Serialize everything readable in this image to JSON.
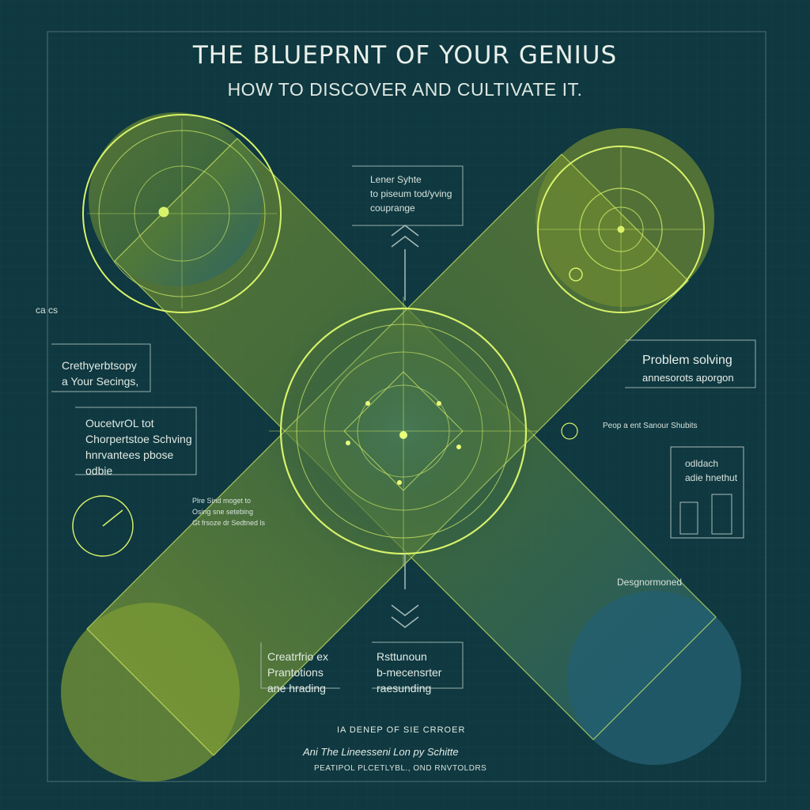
{
  "header": {
    "title": "THE BLUEPRNT OF YOUR GENIUS",
    "subtitle": "HOW TO DISCOVER AND CULTIVATE IT."
  },
  "labels": {
    "top_center": [
      "Lener Syhte",
      "to piseum tod/yving",
      "couprange"
    ],
    "top_left_tag": "ca  cs",
    "left_upper": [
      "Crethyerbtsopy",
      "a Your Secings,"
    ],
    "left_mid": [
      "OucetvrOL tot",
      "Chorpertstoe Schving",
      "hnrvantees pbose",
      "odbie"
    ],
    "center_left_small": [
      "Plre Sind moget to",
      "Osing sne setebing",
      "Gt frsoze dr Sedtned ls"
    ],
    "right_upper": [
      "Problem solving",
      "annesorots aporgon"
    ],
    "right_small": "Peop a ent Sanour Shubits",
    "right_box": [
      "odldach",
      "adie hnethut"
    ],
    "right_lower": "Desgnormoned",
    "bottom_left_center": [
      "Creatrfrio ex",
      "Prantotions",
      "ane hrading"
    ],
    "bottom_right_center": [
      "Rsttunoun",
      "b-mecensrter",
      "raesunding"
    ],
    "footer": [
      "IA DENEP OF SIE CRROER",
      "Ani The Lineesseni Lon py Schitte",
      "PEATIPOL PLCETLYBL., OND RNVTOLDRS"
    ]
  },
  "colors": {
    "background": "#103a42",
    "ink": "#e3ece6",
    "accent_green": "#d7f26a",
    "line_light": "#a9bcb9",
    "band_green": "#8fa63a",
    "band_blue": "#2b7a8c"
  },
  "icons": [
    "gear-icon",
    "compass-icon",
    "chevron-up-icon",
    "chevron-down-icon",
    "target-icon",
    "gauge-icon"
  ]
}
